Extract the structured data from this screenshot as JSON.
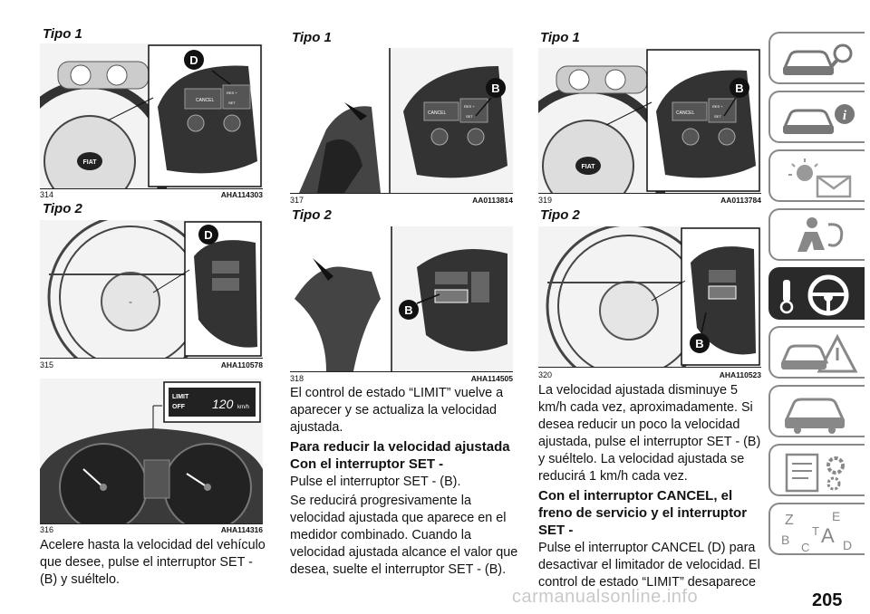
{
  "col1": {
    "type1": "Tipo 1",
    "fig314": {
      "num": "314",
      "code": "AHA114303"
    },
    "type2": "Tipo 2",
    "fig315": {
      "num": "315",
      "code": "AHA110578"
    },
    "fig316": {
      "num": "316",
      "code": "AHA114316"
    },
    "fig316_display": {
      "limit": "LIMIT",
      "off": "OFF",
      "speed": "120",
      "unit": "km/h"
    },
    "text": "Acelere hasta la velocidad del vehículo que desee, pulse el interruptor SET - (B) y suéltelo."
  },
  "col2": {
    "type1": "Tipo 1",
    "fig317": {
      "num": "317",
      "code": "AA0113814"
    },
    "type2": "Tipo 2",
    "fig318": {
      "num": "318",
      "code": "AHA114505"
    },
    "p1": "El control de estado “LIMIT” vuelve a aparecer y se actualiza la velocidad ajustada.",
    "heading": "Para reducir la velocidad ajustada Con el interruptor SET -",
    "p2": "Pulse el interruptor SET - (B).",
    "p3": "Se reducirá progresivamente la velocidad ajustada que aparece en el medidor combinado. Cuando la velocidad ajustada alcance el valor que desea, suelte el interruptor SET - (B)."
  },
  "col3": {
    "type1": "Tipo 1",
    "fig319": {
      "num": "319",
      "code": "AA0113784"
    },
    "type2": "Tipo 2",
    "fig320": {
      "num": "320",
      "code": "AHA110523"
    },
    "p1": "La velocidad ajustada disminuye 5 km/h cada vez, aproximadamente. Si desea reducir un poco la velocidad ajustada, pulse el interruptor SET - (B) y suéltelo. La velocidad ajustada se reducirá 1 km/h cada vez.",
    "heading": "Con el interruptor CANCEL, el freno de servicio y el interruptor SET -",
    "p2": "Pulse el interruptor CANCEL (D) para desactivar el limitador de velocidad. El control de estado “LIMIT” desaparece"
  },
  "callouts": {
    "d": "D",
    "b": "B",
    "cancel": "CANCEL",
    "res": "RES +",
    "set": "SET",
    "fiat": "FIAT"
  },
  "sidebar": {
    "tabs": [
      {
        "icon": "car-search-icon"
      },
      {
        "icon": "car-info-icon"
      },
      {
        "icon": "warning-light-message-icon"
      },
      {
        "icon": "airbag-passenger-icon"
      },
      {
        "icon": "steering-wheel-key-icon",
        "active": true
      },
      {
        "icon": "car-hazard-triangle-icon"
      },
      {
        "icon": "car-service-icon"
      },
      {
        "icon": "specs-gear-icon"
      },
      {
        "icon": "alphabet-index-icon"
      }
    ],
    "index_letters": [
      "Z",
      "E",
      "B",
      "A",
      "C",
      "T",
      "D"
    ]
  },
  "page_number": "205",
  "watermark": "carmanualsonline.info",
  "colors": {
    "active_tab": "#2a2a2a",
    "ink": "#111111",
    "figure_bg": "#f3f3f3"
  }
}
